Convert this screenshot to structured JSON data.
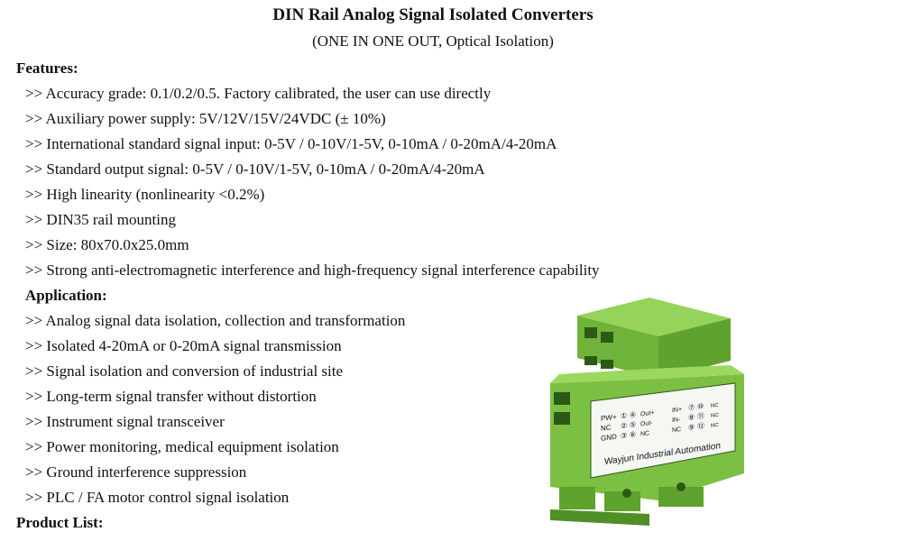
{
  "title": "DIN Rail Analog Signal Isolated Converters",
  "subtitle": "(ONE IN ONE OUT, Optical Isolation)",
  "features": {
    "heading": "Features:",
    "items": [
      ">> Accuracy grade: 0.1/0.2/0.5. Factory calibrated, the user can use directly",
      ">> Auxiliary power supply: 5V/12V/15V/24VDC (± 10%)",
      ">> International standard signal input: 0-5V / 0-10V/1-5V, 0-10mA / 0-20mA/4-20mA",
      ">> Standard output signal: 0-5V / 0-10V/1-5V, 0-10mA / 0-20mA/4-20mA",
      ">> High linearity (nonlinearity <0.2%)",
      ">> DIN35 rail mounting",
      ">> Size: 80x70.0x25.0mm",
      ">> Strong anti-electromagnetic interference and high-frequency signal interference capability"
    ]
  },
  "application": {
    "heading": "Application:",
    "items": [
      ">> Analog signal data isolation, collection and transformation",
      ">> Isolated 4-20mA or 0-20mA signal transmission",
      ">> Signal isolation and conversion of industrial site",
      ">> Long-term signal transfer without distortion",
      ">> Instrument signal transceiver",
      ">> Power monitoring, medical equipment isolation",
      ">> Ground interference suppression",
      ">> PLC / FA motor control signal isolation"
    ]
  },
  "product_list": {
    "heading": "Product List:"
  },
  "product_image": {
    "brand": "Wayjun Industrial Automation",
    "left_pins": [
      "PW+",
      "NC",
      "GND"
    ],
    "left_nums": [
      "①",
      "④",
      "②",
      "⑤",
      "③",
      "⑥"
    ],
    "mid_pins": [
      "Out+",
      "Out-",
      "NC"
    ],
    "right_pins": [
      "IN+",
      "IN-",
      "NC"
    ],
    "right_nums": [
      "⑦",
      "⑩",
      "⑧",
      "⑪",
      "⑨",
      "⑫"
    ],
    "far_pins": [
      "NC",
      "NC",
      "NC"
    ],
    "color_body": "#7cc043",
    "color_dark": "#4e8f26"
  }
}
